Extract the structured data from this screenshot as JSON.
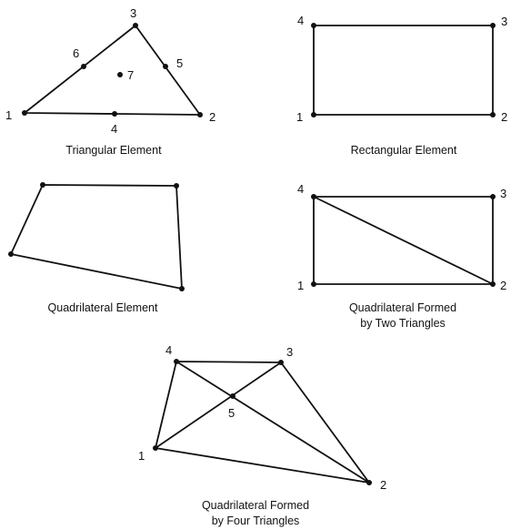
{
  "diagrams": {
    "triangular": {
      "caption": [
        "Triangular Element"
      ],
      "nodes": [
        "1",
        "2",
        "3",
        "4",
        "5",
        "6",
        "7"
      ]
    },
    "rectangular": {
      "caption": [
        "Rectangular Element"
      ],
      "nodes": [
        "1",
        "2",
        "3",
        "4"
      ]
    },
    "quadrilateral": {
      "caption": [
        "Quadrilateral Element"
      ]
    },
    "quad_two_triangles": {
      "caption": [
        "Quadrilateral Formed",
        "by Two Triangles"
      ],
      "nodes": [
        "1",
        "2",
        "3",
        "4"
      ]
    },
    "quad_four_triangles": {
      "caption": [
        "Quadrilateral Formed",
        "by Four Triangles"
      ],
      "nodes": [
        "1",
        "2",
        "3",
        "4",
        "5"
      ]
    }
  }
}
